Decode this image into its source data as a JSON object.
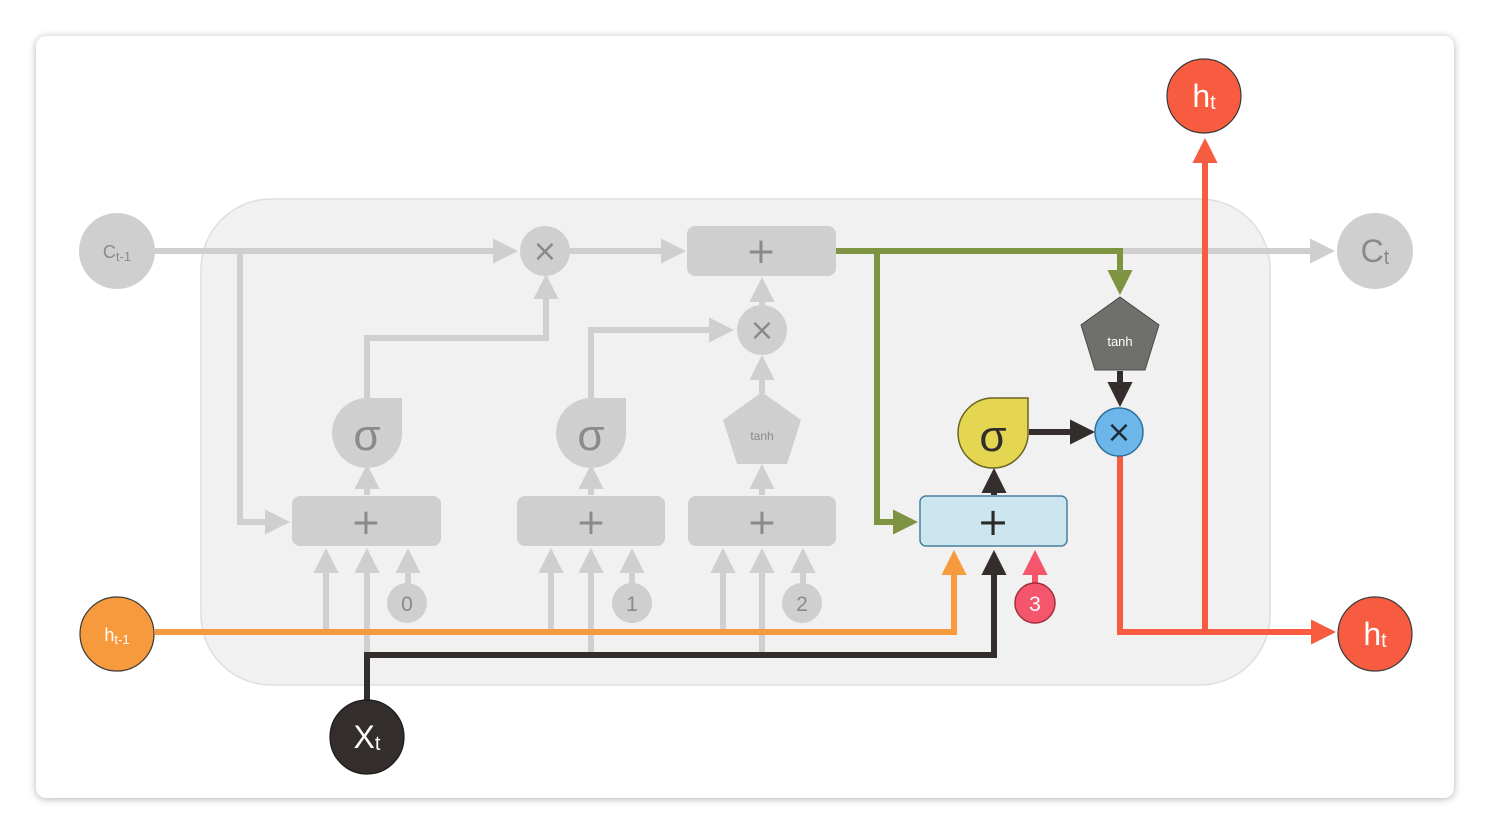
{
  "nodes": {
    "c_prev": {
      "main": "C",
      "sub": "t-1"
    },
    "c_next": {
      "main": "C",
      "sub": "t"
    },
    "h_prev": {
      "main": "h",
      "sub": "t-1"
    },
    "h_out_top": {
      "main": "h",
      "sub": "t"
    },
    "h_out_right": {
      "main": "h",
      "sub": "t"
    },
    "x_in": {
      "main": "X",
      "sub": "t"
    }
  },
  "ops": {
    "multiply": "×",
    "add": "+",
    "sigma": "σ",
    "tanh": "tanh"
  },
  "biases": [
    "0",
    "1",
    "2",
    "3"
  ],
  "colors": {
    "inactive": "#cfcfcf",
    "inactive_text": "#8a8a8a",
    "cell_bg": "#f1f1f1",
    "cell_state_path": "#7f9443",
    "hidden_prev": "#f7993d",
    "input_x": "#332e2c",
    "output_h": "#f75b40",
    "sigma_active": "#e4d651",
    "multiply_active": "#6cb6ea",
    "sum_active": "#cce6f0",
    "tanh_active": "#6f706b",
    "bias_active": "#f5566c"
  }
}
